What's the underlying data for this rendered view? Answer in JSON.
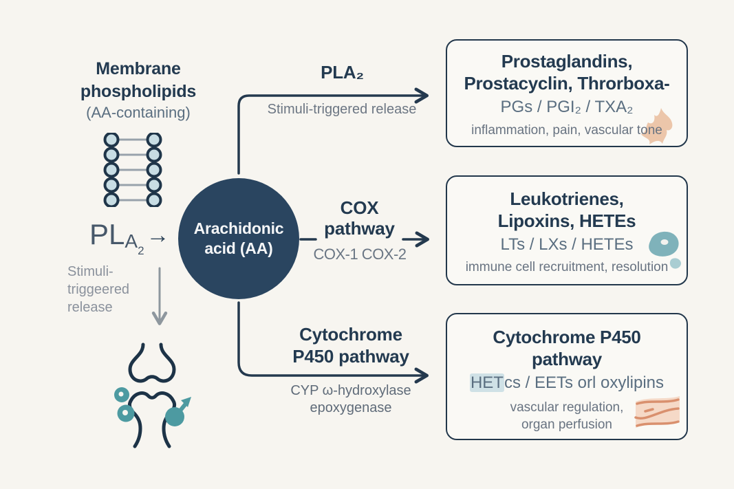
{
  "palette": {
    "background": "#f7f5f0",
    "navy_text": "#233a50",
    "hub_circle": "#2a4560",
    "slate_secondary": "#5a6e80",
    "gray_note": "#8a919c",
    "lipid_head_fill": "#c8dde4",
    "teal_accent": "#4d9aa1",
    "flame_peach": "#e9bd9c",
    "vessel_salmon": "#d9906e",
    "highlight_blue": "#cfe1e6"
  },
  "source": {
    "title_line1": "Membrane",
    "title_line2": "phospholipids",
    "subtitle": "(AA-containing)",
    "enzyme_main": "PL",
    "enzyme_sub": "A",
    "enzyme_subsub": "2",
    "enzyme_arrow": "→",
    "release_line1": "Stimuli-",
    "release_line2": "triggeered",
    "release_line3": "release"
  },
  "hub": {
    "line1": "Arachidonic",
    "line2": "acid (AA)"
  },
  "branches": {
    "pla2": {
      "label": "PLA₂",
      "note": "Stimuli-triggered release"
    },
    "cox": {
      "label_line1": "COX",
      "label_line2": "pathway",
      "note": "COX-1 COX-2"
    },
    "cyp": {
      "label_line1": "Cytochrome",
      "label_line2": "P450 pathway",
      "note_line1": "CYP ω-hydroxylase",
      "note_line2": "epoxygenase"
    }
  },
  "boxes": {
    "prostaglandins": {
      "title_line1": "Prostaglandins,",
      "title_line2": "Prostacyclin, Throrboxa-",
      "mediators": "PGs / PGI₂ / TXA₂",
      "effects": "inflammation, pain, vascular tone",
      "icon": "flame-icon"
    },
    "leukotrienes": {
      "title_line1": "Leukotrienes,",
      "title_line2": "Lipoxins, HETEs",
      "mediators": "LTs / LXs / HETEs",
      "effects": "immune cell recruitment, resolution",
      "icon": "cell-icon"
    },
    "cyp450": {
      "title_line1": "Cytochrome P450",
      "title_line2": "pathway",
      "mediators_highlight": "HET",
      "mediators_rest": "cs / EETs orl oxylipins",
      "effects_line1": "vascular regulation,",
      "effects_line2": "organ perfusion",
      "icon": "vessel-icon"
    }
  },
  "icons": {
    "phospholipid-icon": "lipid bilayer heads and tails",
    "joint-icon": "joint with teal cells and release arrow",
    "flame-icon": "flame",
    "cell-icon": "immune cell",
    "vessel-icon": "blood vessel"
  }
}
